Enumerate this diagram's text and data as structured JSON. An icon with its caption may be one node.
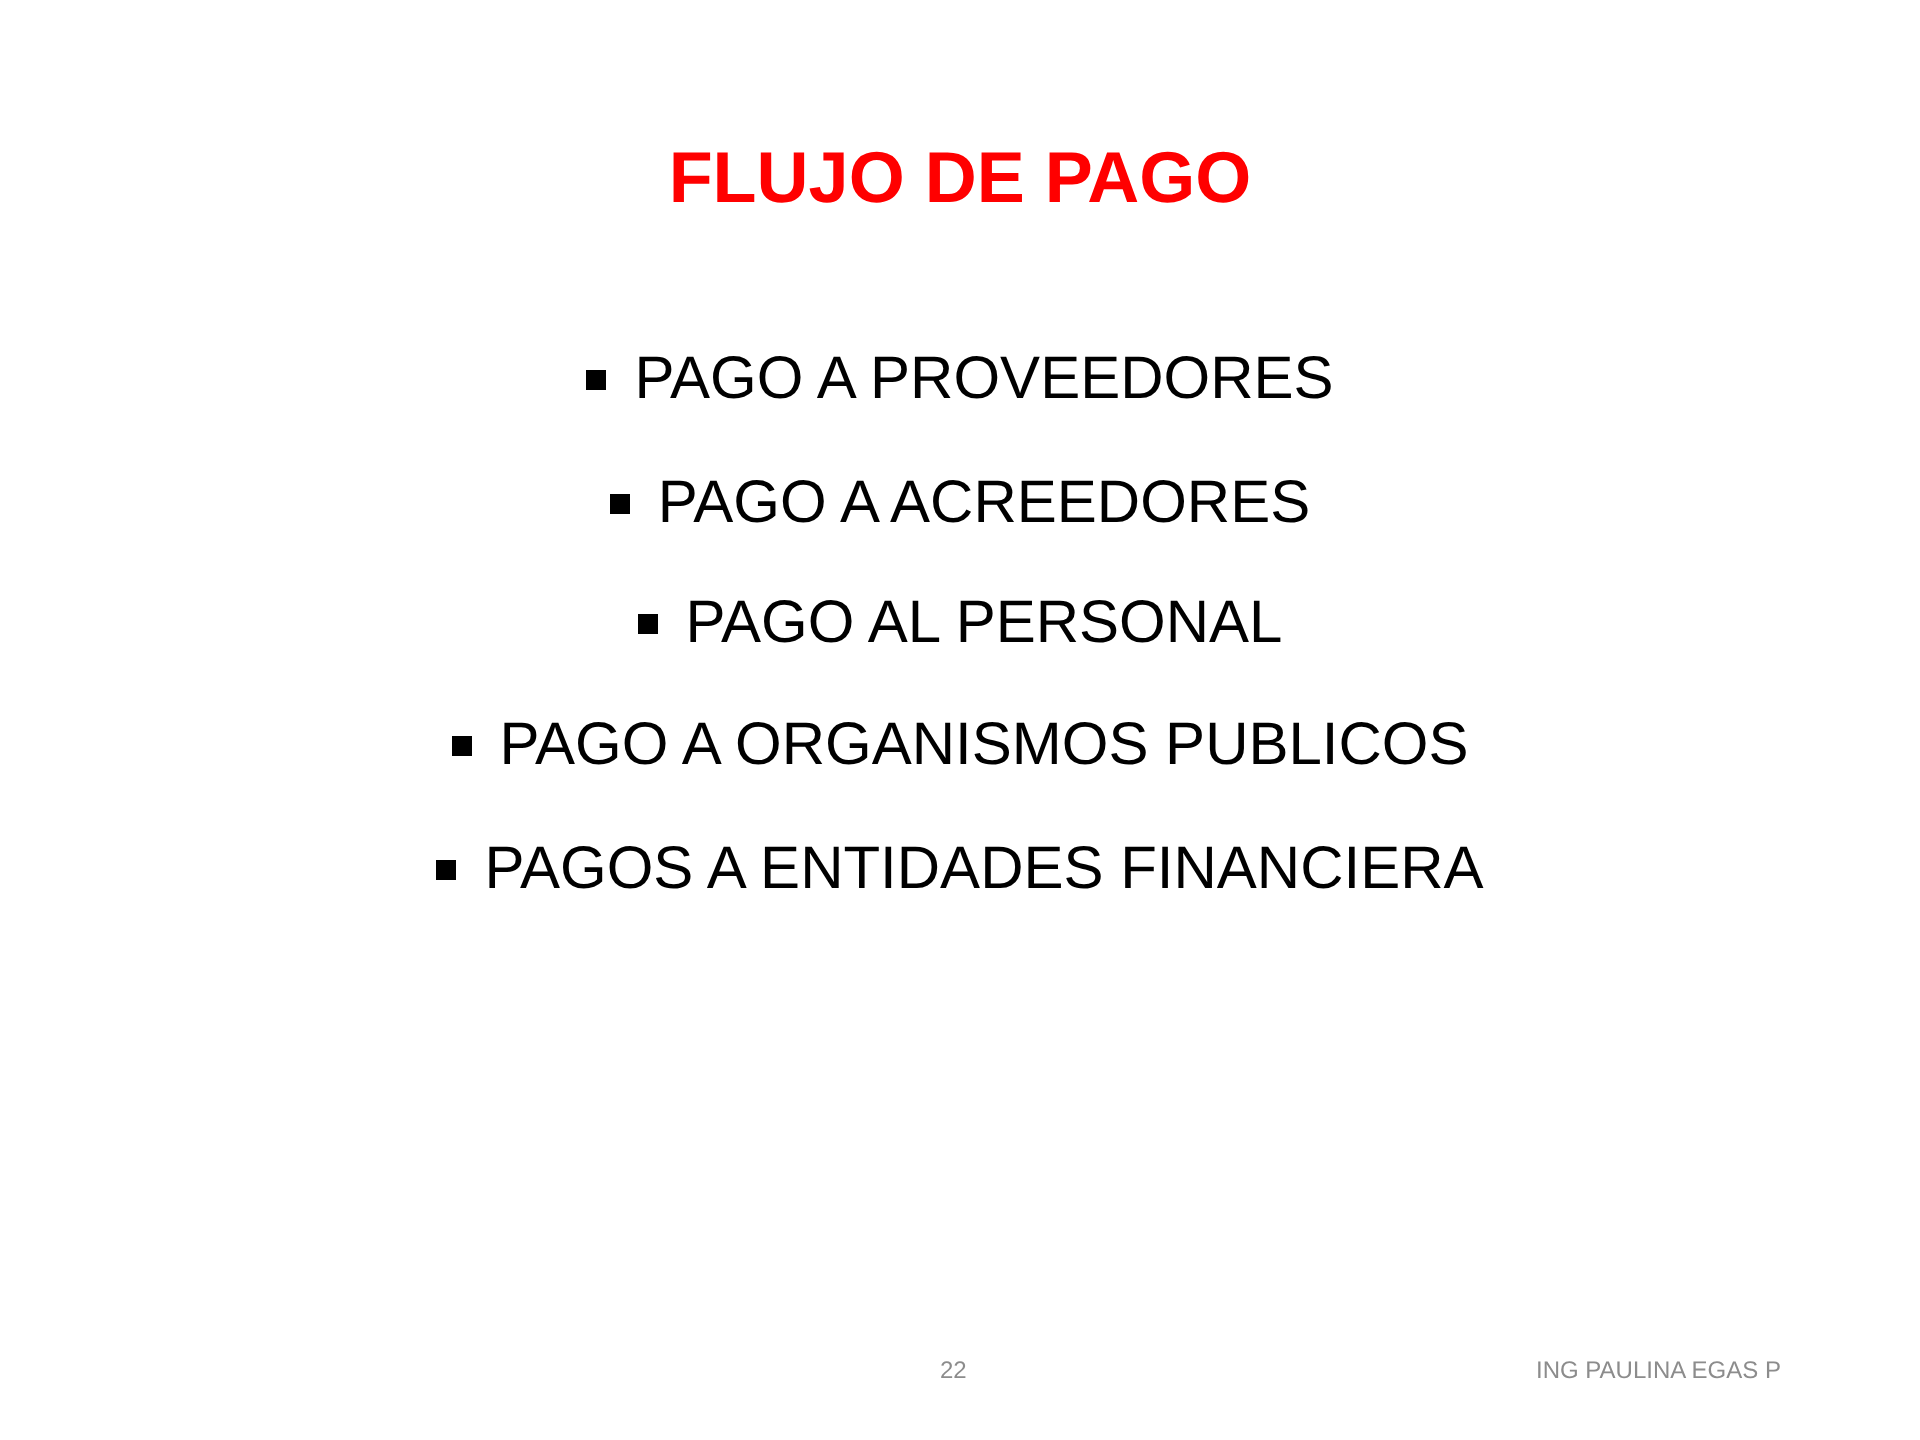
{
  "diagram": {
    "title": "FLUJO DE PAGO",
    "labels": [
      "PAGO A PROVEEDORES",
      "PAGO A ACREEDORES",
      "PAGO AL PERSONAL",
      "PAGO A ORGANISMOS PUBLICOS",
      "PAGOS A ENTIDADES FINANCIERA",
      "22",
      "ING PAULINA EGAS P"
    ]
  }
}
